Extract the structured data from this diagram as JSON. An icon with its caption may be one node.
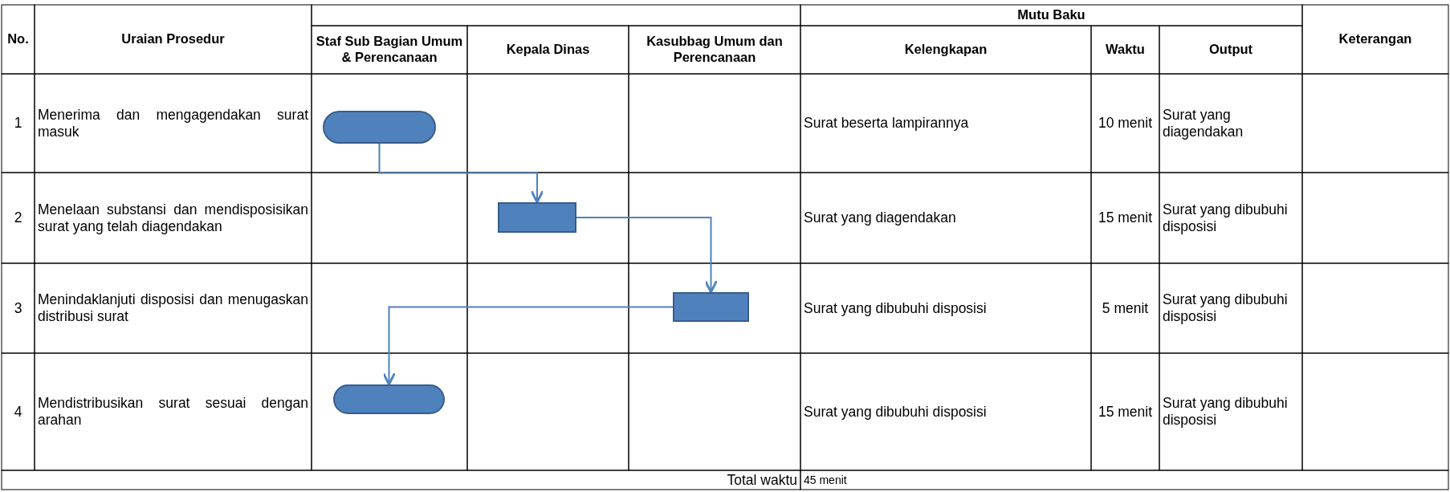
{
  "diagram": {
    "nodes": [
      {
        "text": [],
        "shape": "pill"
      },
      {
        "text": [],
        "shape": "box"
      },
      {
        "text": [],
        "shape": "box"
      },
      {
        "text": [],
        "shape": "pill"
      }
    ],
    "edges": [
      {
        "from": 0,
        "to": 1,
        "arrow": "to"
      },
      {
        "from": 1,
        "to": 2,
        "arrow": "to"
      },
      {
        "from": 2,
        "to": 3,
        "arrow": "to"
      }
    ],
    "labels": [
      "No.",
      "Uraian Prosedur",
      "Mutu Baku",
      "Keterangan",
      "Staf Sub Bagian Umum & Perencanaan",
      "Kepala Dinas",
      "Kasubbag Umum dan Perencanaan",
      "Kelengkapan",
      "Waktu",
      "Output",
      "1",
      "Menerima dan mengagendakan surat masuk",
      "Surat beserta lampirannya",
      "10 menit",
      "Surat yang diagendakan",
      "2",
      "Menelaan substansi dan mendisposisikan surat yang telah diagendakan",
      "Surat yang diagendakan",
      "15 menit",
      "Surat yang dibubuhi disposisi",
      "3",
      "Menindaklanjuti disposisi dan menugaskan distribusi surat",
      "Surat yang dibubuhi disposisi",
      "5 menit",
      "Surat yang dibubuhi disposisi",
      "4",
      "Mendistribusikan surat sesuai dengan arahan",
      "Surat yang dibubuhi disposisi",
      "15 menit",
      "Surat yang dibubuhi disposisi",
      "Total waktu",
      "45 menit"
    ]
  }
}
